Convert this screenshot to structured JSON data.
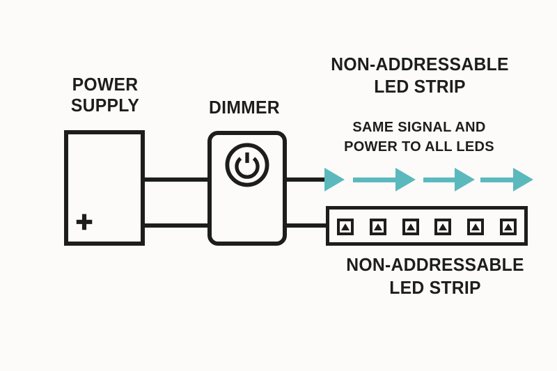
{
  "canvas": {
    "background": "#fcfbf9",
    "line_color": "#1d1d1b",
    "accent_teal": "#5bb9bd"
  },
  "power_supply": {
    "label_line1": "POWER",
    "label_line2": "SUPPLY",
    "plus_symbol": "+"
  },
  "dimmer": {
    "label": "DIMMER",
    "icon": "power-icon"
  },
  "led_strip": {
    "top_label_line1": "NON-ADDRESSABLE",
    "top_label_line2": "LED STRIP",
    "bottom_label_line1": "NON-ADDRESSABLE",
    "bottom_label_line2": "LED STRIP",
    "led_count": 6
  },
  "signal_note": {
    "line1": "SAME SIGNAL AND",
    "line2": "POWER TO ALL LEDS"
  },
  "flow_arrows": {
    "count": 4,
    "direction": "right",
    "color": "#5bb9bd"
  }
}
